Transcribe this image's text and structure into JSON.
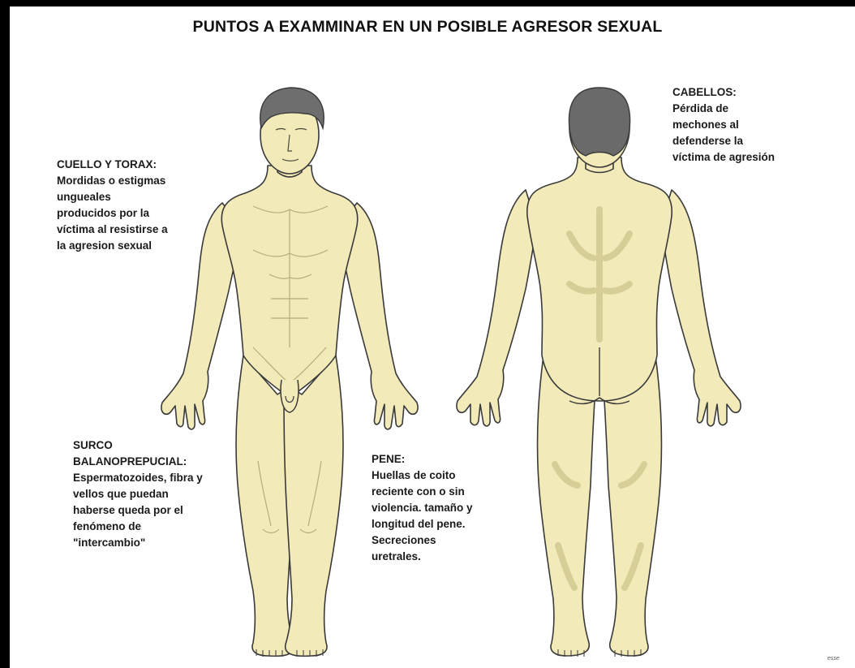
{
  "title": "PUNTOS A EXAMMINAR EN UN POSIBLE AGRESOR SEXUAL",
  "colors": {
    "skin": "#f2eab8",
    "skin_shade": "#ddd49e",
    "hair": "#7a7a7a",
    "hair_dark": "#4d4d4d",
    "outline": "#3a3a3a"
  },
  "labels": {
    "cuello_torax": {
      "heading": "CUELLO Y TORAX:",
      "lines": [
        "Mordidas o estigmas",
        "ungueales",
        "producidos por la",
        "víctima al resistirse a",
        "la agresion sexual"
      ]
    },
    "cabellos": {
      "heading": "CABELLOS:",
      "lines": [
        "Pérdida de",
        "mechones al",
        "defenderse la",
        "víctima de agresión"
      ]
    },
    "surco": {
      "heading_1": "SURCO",
      "heading_2": "BALANOPREPUCIAL:",
      "lines": [
        "Espermatozoides, fibra y",
        "vellos que puedan",
        "haberse queda por el",
        "fenómeno de",
        "\"intercambio\""
      ]
    },
    "pene": {
      "heading": "PENE:",
      "lines": [
        "Huellas de coito",
        "reciente con o sin",
        "violencia. tamaño y",
        "longitud del pene.",
        "Secreciones",
        "uretrales."
      ]
    }
  },
  "signature": "esse"
}
